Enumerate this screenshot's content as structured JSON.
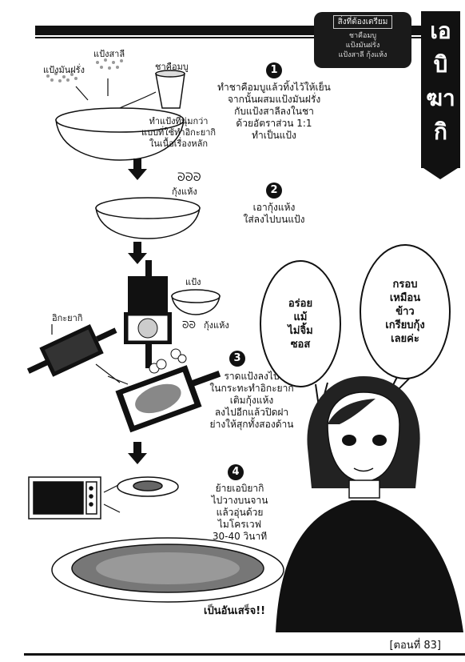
{
  "header": {
    "tab_title": [
      "เอ",
      "บิ",
      "ฆา",
      "กิ"
    ],
    "ingredients_heading": "สิ่งที่ต้องเตรียม",
    "ingredients": [
      "ชาคือมบู",
      "แป้งมันฝรั่ง",
      "แป้งสาลี กุ้งแห้ง"
    ]
  },
  "labels": {
    "potato_starch": "แป้งมันฝรั่ง",
    "flour": "แป้งสาลี",
    "tea": "ชาคือมบู",
    "batter_note": [
      "ทำแป้งที่นุ่มกว่า",
      "แบบที่ใช้ทำอิกะยากิ",
      "ในเนื้อเรื่องหลัก"
    ],
    "dried_shrimp": "กุ้งแห้ง",
    "batter": "แป้ง",
    "dried_shrimp_2": "กุ้งแห้ง",
    "ikayaki_pan": "อิกะยากิ"
  },
  "steps": [
    {
      "num": "1",
      "lines": [
        "ทำชาคือมบูแล้วทิ้งไว้ให้เย็น",
        "จากนั้นผสมแป้งมันฝรั่ง",
        "กับแป้งสาลีลงในชา",
        "ด้วยอัตราส่วน 1:1",
        "ทำเป็นแป้ง"
      ]
    },
    {
      "num": "2",
      "lines": [
        "เอากุ้งแห้ง",
        "ใส่ลงไปบนแป้ง"
      ]
    },
    {
      "num": "3",
      "lines": [
        "ราดแป้งลงไป",
        "ในกระทะทำอิกะยากิ",
        "เติมกุ้งแห้ง",
        "ลงไปอีกแล้วปิดฝา",
        "ย่างให้สุกทั้งสองด้าน"
      ]
    },
    {
      "num": "4",
      "lines": [
        "ย้ายเอบิยากิ",
        "ไปวางบนจาน",
        "แล้วอุ่นด้วย",
        "ไมโครเวฟ",
        "30-40 วินาที"
      ]
    }
  ],
  "finished": "เป็นอันเสร็จ!!",
  "bubbles": {
    "left": [
      "อร่อย",
      "แม้",
      "ไม่จิ้ม",
      "ซอส"
    ],
    "right": [
      "กรอบ",
      "เหมือน",
      "ข้าว",
      "เกรียบกุ้ง",
      "เลยค่ะ"
    ]
  },
  "chapter": "[ตอนที่ 83]"
}
